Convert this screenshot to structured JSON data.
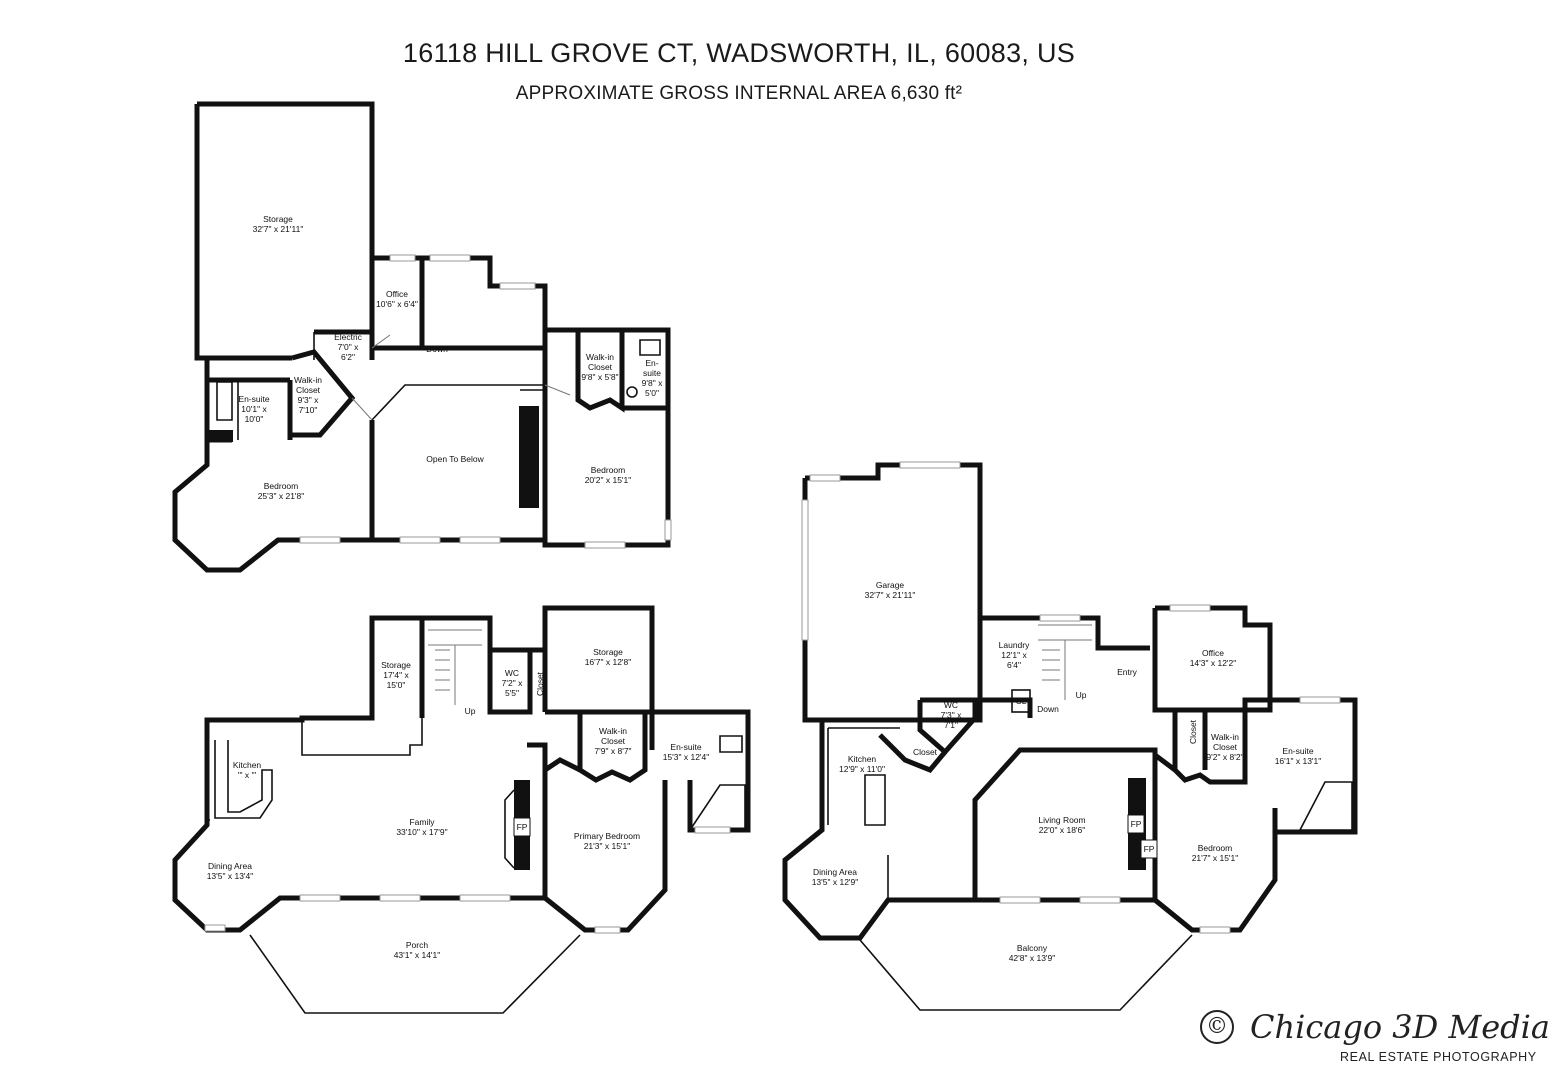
{
  "header": {
    "address": "16118 HILL GROVE CT, WADSWORTH, IL, 60083, US",
    "area": "APPROXIMATE GROSS INTERNAL AREA 6,630 ft²"
  },
  "rooms": {
    "upper_storage": [
      "Storage",
      "32'7\" x 21'11\""
    ],
    "upper_office": [
      "Office",
      "10'6\" x 6'4\""
    ],
    "upper_electric": [
      "Electric",
      "7'0\" x",
      "6'2\""
    ],
    "upper_down": [
      "Down"
    ],
    "upper_wic_left": [
      "Walk-in",
      "Closet",
      "9'3\" x",
      "7'10\""
    ],
    "upper_ensuite_left": [
      "En-suite",
      "10'1\" x",
      "10'0\""
    ],
    "upper_bedroom_left": [
      "Bedroom",
      "25'3\" x 21'8\""
    ],
    "upper_open": [
      "Open To Below"
    ],
    "upper_wic_right": [
      "Walk-in",
      "Closet",
      "9'8\" x 5'8\""
    ],
    "upper_ensuite_right": [
      "En-",
      "suite",
      "9'8\" x",
      "5'0\""
    ],
    "upper_bedroom_right": [
      "Bedroom",
      "20'2\" x 15'1\""
    ],
    "main_storage_a": [
      "Storage",
      "17'4\" x",
      "15'0\""
    ],
    "main_up": [
      "Up"
    ],
    "main_wc": [
      "WC",
      "7'2\" x",
      "5'5\""
    ],
    "main_closet": [
      "Closet"
    ],
    "main_storage_b": [
      "Storage",
      "16'7\" x 12'8\""
    ],
    "main_kitchen": [
      "Kitchen",
      "'\" x '\""
    ],
    "main_family": [
      "Family",
      "33'10\" x 17'9\""
    ],
    "main_fp": [
      "FP"
    ],
    "main_wic": [
      "Walk-in",
      "Closet",
      "7'9\" x 8'7\""
    ],
    "main_ensuite": [
      "En-suite",
      "15'3\" x 12'4\""
    ],
    "main_primary": [
      "Primary Bedroom",
      "21'3\" x 15'1\""
    ],
    "main_dining": [
      "Dining Area",
      "13'5\" x 13'4\""
    ],
    "main_porch": [
      "Porch",
      "43'1\" x 14'1\""
    ],
    "lower_garage": [
      "Garage",
      "32'7\" x 21'11\""
    ],
    "lower_laundry": [
      "Laundry",
      "12'1\" x",
      "6'4\""
    ],
    "lower_cl": [
      "CL"
    ],
    "lower_down": [
      "Down"
    ],
    "lower_up": [
      "Up"
    ],
    "lower_entry": [
      "Entry"
    ],
    "lower_office": [
      "Office",
      "14'3\" x 12'2\""
    ],
    "lower_wc": [
      "WC",
      "7'3\" x",
      "7'1\""
    ],
    "lower_closet_a": [
      "Closet"
    ],
    "lower_kitchen": [
      "Kitchen",
      "12'9\" x 11'0\""
    ],
    "lower_living": [
      "Living Room",
      "22'0\" x 18'6\""
    ],
    "lower_fp1": [
      "FP"
    ],
    "lower_fp2": [
      "FP"
    ],
    "lower_closet_b": [
      "Closet"
    ],
    "lower_wic": [
      "Walk-in",
      "Closet",
      "9'2\" x 8'2\""
    ],
    "lower_ensuite": [
      "En-suite",
      "16'1\" x 13'1\""
    ],
    "lower_bedroom": [
      "Bedroom",
      "21'7\" x 15'1\""
    ],
    "lower_dining": [
      "Dining Area",
      "13'5\" x 12'9\""
    ],
    "lower_balcony": [
      "Balcony",
      "42'8\" x 13'9\""
    ]
  },
  "watermark": {
    "symbol": "©",
    "name": "Chicago 3D Media",
    "tagline": "REAL ESTATE PHOTOGRAPHY"
  }
}
